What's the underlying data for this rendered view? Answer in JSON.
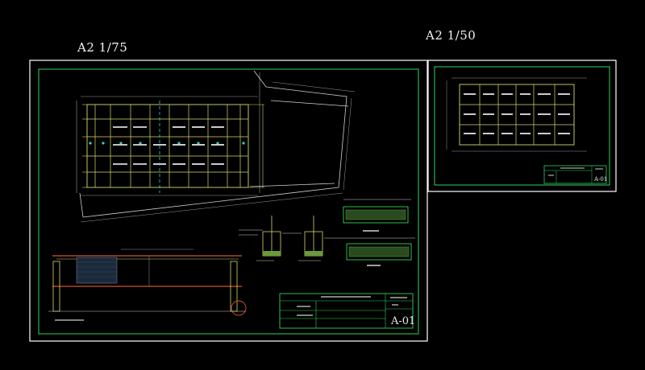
{
  "sheets": [
    {
      "scale_label": "A2   1/75",
      "sheet_code": "A-01"
    },
    {
      "scale_label": "A2   1/50",
      "sheet_code": "A-01"
    }
  ],
  "colors": {
    "background": "#000000",
    "sheet_frame": "#ffffff",
    "inner_border": "#2fd35a",
    "grid_lines": "#d8d86a",
    "dimension_lines": "#9a9a9a",
    "cyan_axis": "#35d0d0",
    "red_beam": "#d2552a",
    "hatch": "#6a9a3a"
  }
}
